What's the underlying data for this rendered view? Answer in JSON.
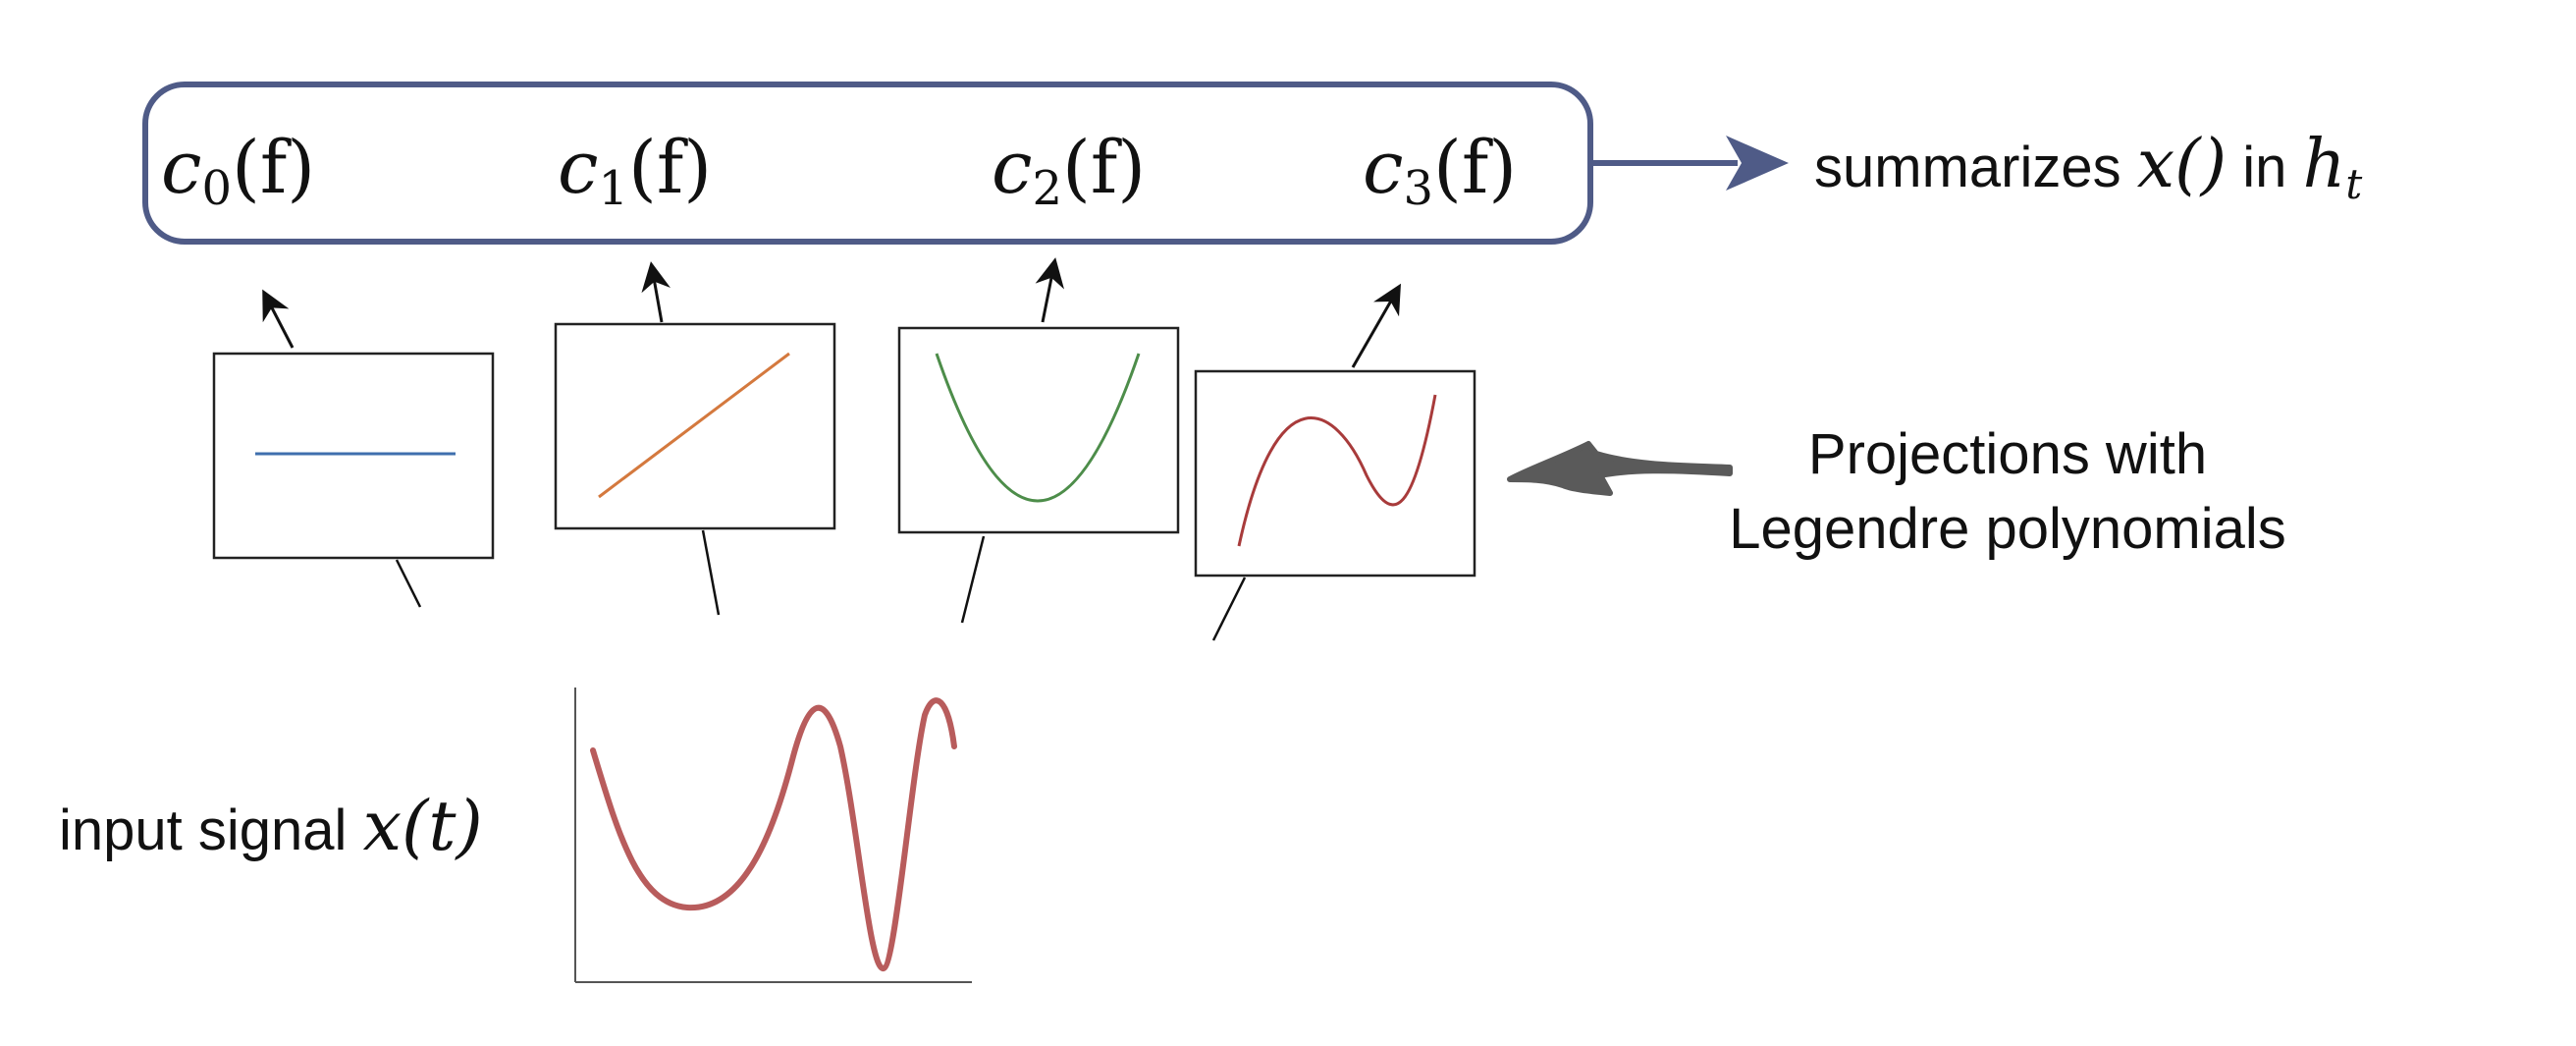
{
  "coefficients": [
    {
      "base": "c",
      "sub": "0",
      "arg": "(f)"
    },
    {
      "base": "c",
      "sub": "1",
      "arg": "(f)"
    },
    {
      "base": "c",
      "sub": "2",
      "arg": "(f)"
    },
    {
      "base": "c",
      "sub": "3",
      "arg": "(f)"
    }
  ],
  "summary": {
    "prefix": "summarizes",
    "signal": "x()",
    "mid": "in",
    "state": "h",
    "state_sub": "t"
  },
  "projection_label": {
    "line1": "Projections with",
    "line2": "Legendre polynomials"
  },
  "input_label": {
    "text": "input signal",
    "math": "x(t)"
  },
  "colors": {
    "box_border": "#4f5b87",
    "arrow_summary": "#4f5b87",
    "arrow_projection": "#5a5a5a",
    "p0": "#3f6fae",
    "p1": "#d4793e",
    "p2": "#4d8d4a",
    "p3": "#a83b3b",
    "input_signal": "#b85c5c"
  }
}
